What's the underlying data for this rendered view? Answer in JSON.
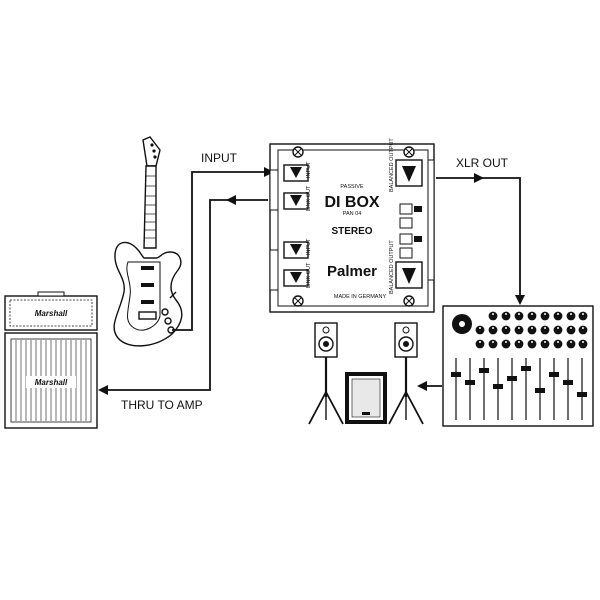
{
  "labels": {
    "input": "INPUT",
    "xlr_out": "XLR OUT",
    "thru_to_amp": "THRU TO AMP"
  },
  "di_box": {
    "passive": "PASSIVE",
    "title": "DI BOX",
    "model": "PAN 04",
    "stereo": "STEREO",
    "brand": "Palmer",
    "made_in": "MADE IN GERMANY",
    "input_1": "INPUT",
    "link_out_1": "LINK OUT",
    "input_2": "INPUT",
    "link_out_2": "LINK OUT",
    "balanced_output_1": "BALANCED OUTPUT",
    "balanced_output_2": "BALANCED OUTPUT"
  },
  "amp": {
    "head_logo": "Marshall",
    "cab_logo": "Marshall"
  },
  "colors": {
    "line": "#111111",
    "background": "#ffffff"
  }
}
